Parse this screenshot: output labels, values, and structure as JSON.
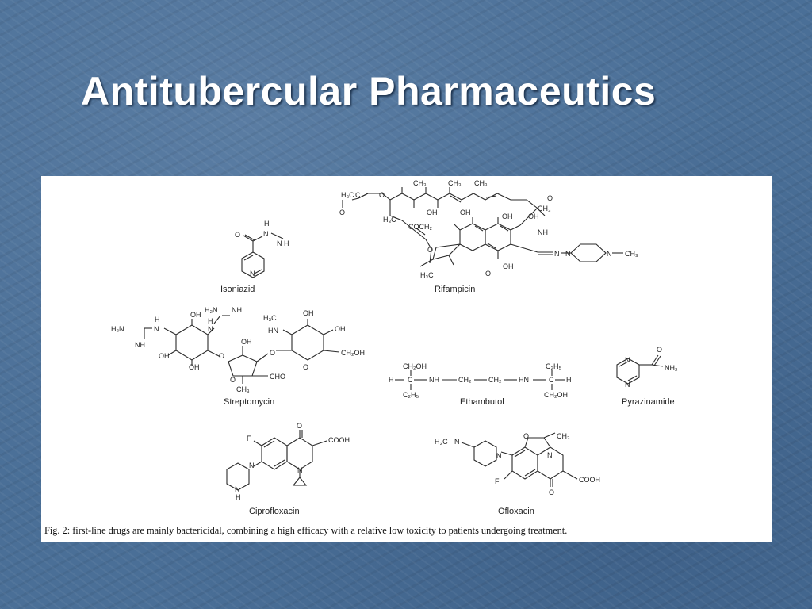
{
  "slide": {
    "title": "Antitubercular Pharmaceutics"
  },
  "figure": {
    "caption": "Fig. 2: first-line drugs are mainly bactericidal, combining a high efficacy with a relative low toxicity to patients undergoing treatment.",
    "drugs": {
      "isoniazid": "Isoniazid",
      "rifampicin": "Rifampicin",
      "streptomycin": "Streptomycin",
      "ethambutol": "Ethambutol",
      "pyrazinamide": "Pyrazinamide",
      "ciprofloxacin": "Ciprofloxacin",
      "ofloxacin": "Ofloxacin"
    },
    "atom_labels": {
      "h": "H",
      "n": "N",
      "nh": "NH",
      "nh2": "NH₂",
      "h2n": "H₂N",
      "o": "O",
      "oh": "OH",
      "ch3": "CH₃",
      "h3c": "H₃C",
      "cooh": "COOH",
      "cho": "CHO",
      "f": "F",
      "hn": "HN",
      "ch2oh": "CH₂OH",
      "c2h5": "C₂H₅",
      "ch2": "CH₂",
      "c": "C",
      "h3c_oac": "H₃C",
      "coch2": "COCH₂",
      "nh_amide": "NH"
    }
  }
}
